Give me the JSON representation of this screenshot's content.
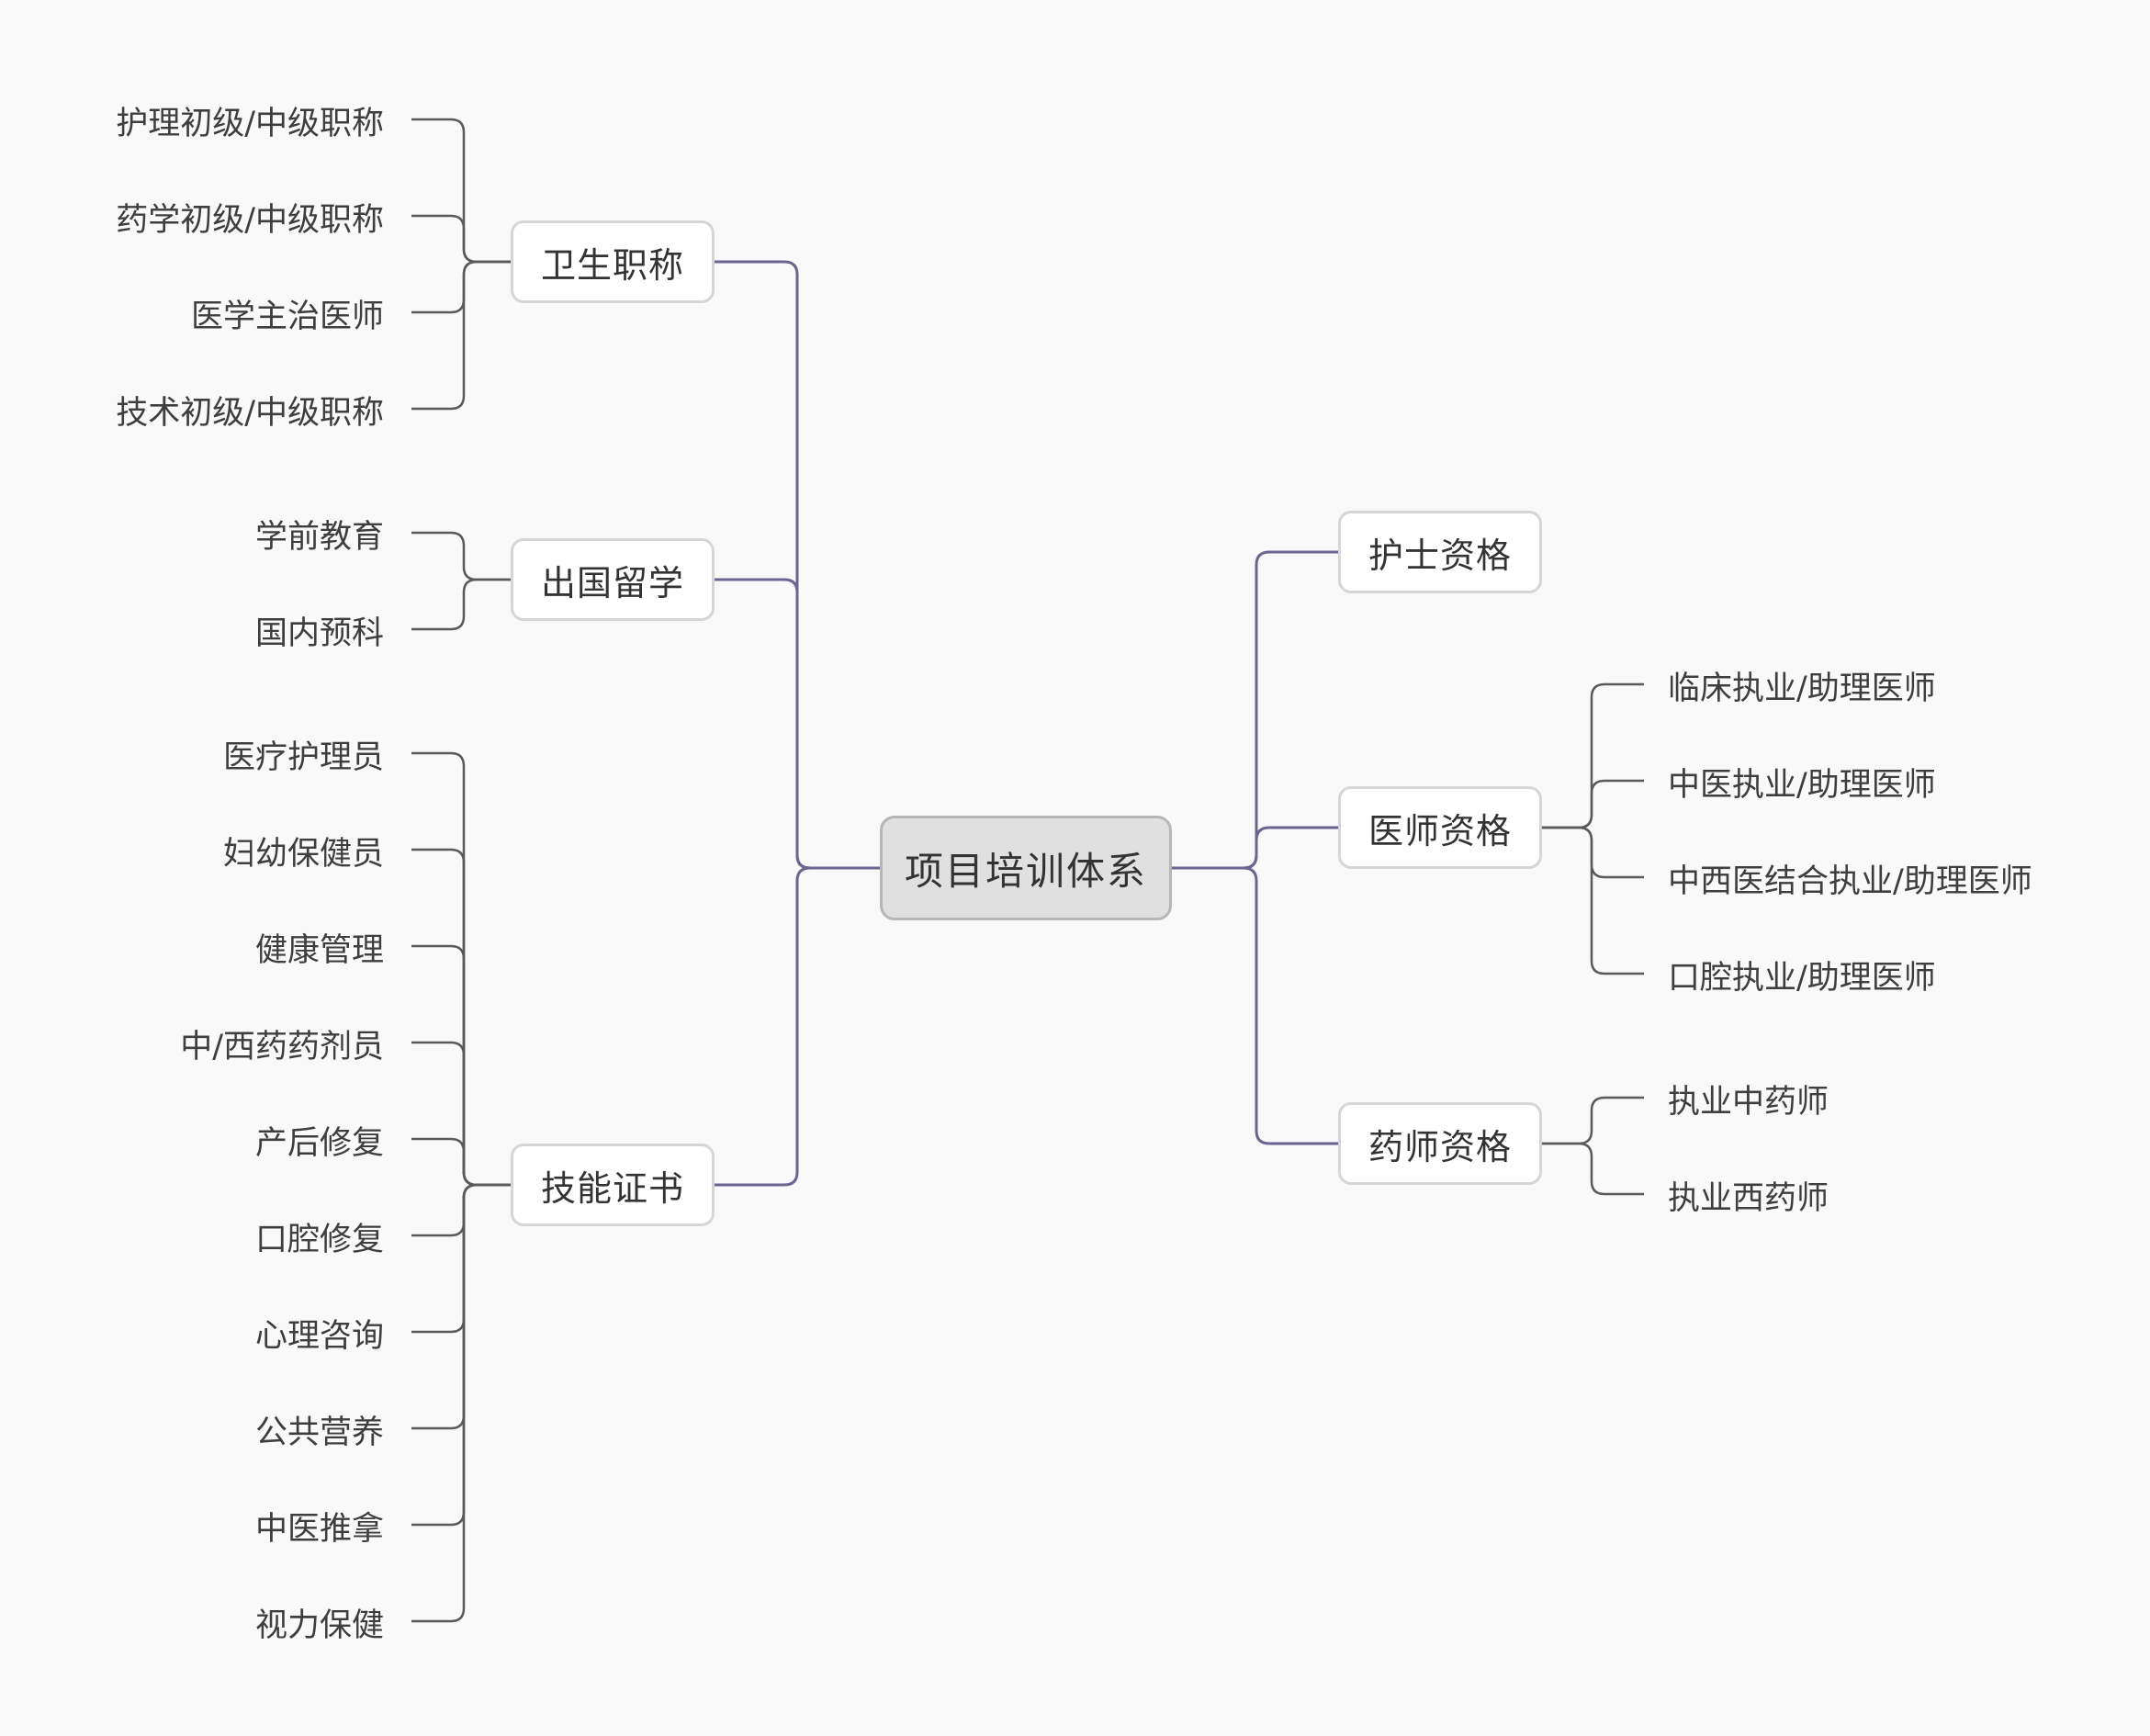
{
  "root": {
    "label": "项目培训体系"
  },
  "left_branches": [
    {
      "label": "卫生职称",
      "children": [
        "护理初级/中级职称",
        "药学初级/中级职称",
        "医学主治医师",
        "技术初级/中级职称"
      ]
    },
    {
      "label": "出国留学",
      "children": [
        "学前教育",
        "国内预科"
      ]
    },
    {
      "label": "技能证书",
      "children": [
        "医疗护理员",
        "妇幼保健员",
        "健康管理",
        "中/西药药剂员",
        "产后修复",
        "口腔修复",
        "心理咨询",
        "公共营养",
        "中医推拿",
        "视力保健"
      ]
    }
  ],
  "right_branches": [
    {
      "label": "护士资格",
      "children": []
    },
    {
      "label": "医师资格",
      "children": [
        "临床执业/助理医师",
        "中医执业/助理医师",
        "中西医结合执业/助理医师",
        "口腔执业/助理医师"
      ]
    },
    {
      "label": "药师资格",
      "children": [
        "执业中药师",
        "执业西药师"
      ]
    }
  ],
  "colors": {
    "background": "#f9f9f9",
    "main_connector": "#6b668f",
    "leaf_connector": "#5a5a5a",
    "root_fill": "#e0e0e0",
    "node_border": "#d6d6d6"
  }
}
